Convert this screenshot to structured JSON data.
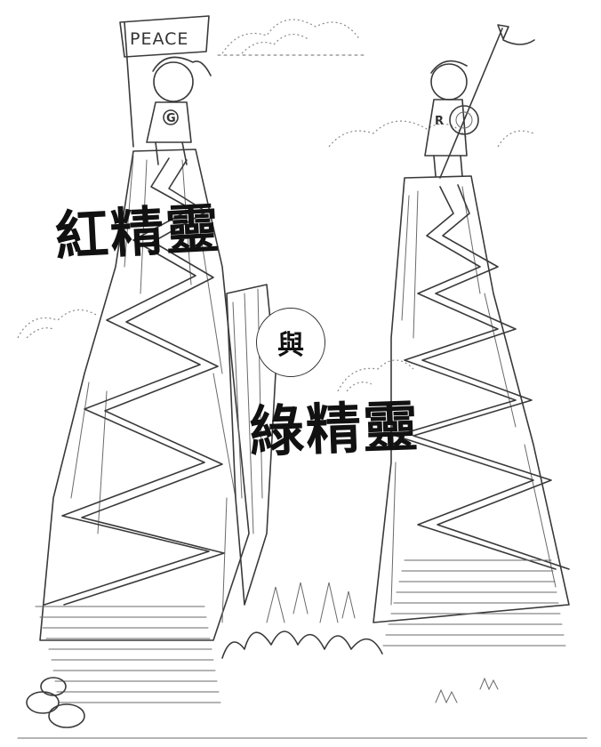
{
  "titles": {
    "red_elf": "紅精靈",
    "connector": "與",
    "green_elf": "綠精靈"
  },
  "left_character": {
    "flag_text": "PEACE",
    "chest_letter": "G"
  },
  "right_character": {
    "chest_letter": "R"
  },
  "colors": {
    "ink": "#3a3a3a",
    "background": "#ffffff"
  }
}
